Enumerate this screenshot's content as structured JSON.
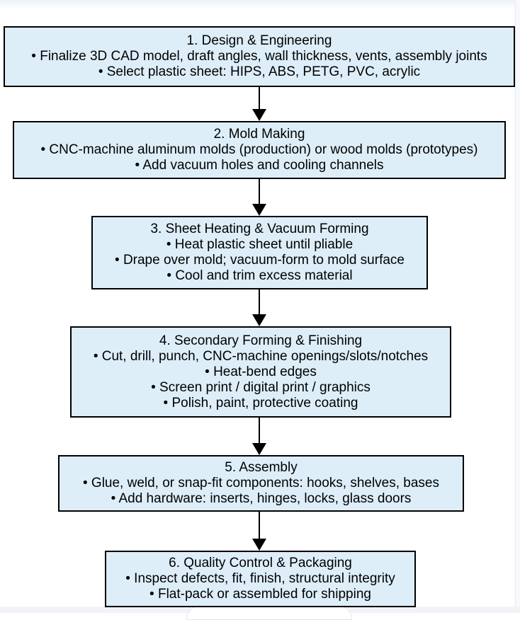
{
  "diagram": {
    "type": "flowchart",
    "direction": "top-down",
    "colors": {
      "node_fill": "#ddeef9",
      "node_border": "#000000",
      "arrow": "#000000",
      "page_background": "#ffffff",
      "page_band": "#f1f3f6"
    },
    "nodes": [
      {
        "id": 1,
        "title": "1. Design & Engineering",
        "bullets": [
          "• Finalize 3D CAD model, draft angles, wall thickness, vents, assembly joints",
          "• Select plastic sheet: HIPS, ABS, PETG, PVC, acrylic"
        ]
      },
      {
        "id": 2,
        "title": "2. Mold Making",
        "bullets": [
          "• CNC-machine aluminum molds (production) or wood molds (prototypes)",
          "• Add vacuum holes and cooling channels"
        ]
      },
      {
        "id": 3,
        "title": "3. Sheet Heating & Vacuum Forming",
        "bullets": [
          "• Heat plastic sheet until pliable",
          "• Drape over mold; vacuum-form to mold surface",
          "• Cool and trim excess material"
        ]
      },
      {
        "id": 4,
        "title": "4. Secondary Forming & Finishing",
        "bullets": [
          "• Cut, drill, punch, CNC-machine openings/slots/notches",
          "• Heat-bend edges",
          "• Screen print / digital print / graphics",
          "• Polish, paint, protective coating"
        ]
      },
      {
        "id": 5,
        "title": "5. Assembly",
        "bullets": [
          "• Glue, weld, or snap-fit components: hooks, shelves, bases",
          "• Add hardware: inserts, hinges, locks, glass doors"
        ]
      },
      {
        "id": 6,
        "title": "6. Quality Control & Packaging",
        "bullets": [
          "• Inspect defects, fit, finish, structural integrity",
          "• Flat-pack or assembled for shipping"
        ]
      }
    ],
    "edges": [
      {
        "from": 1,
        "to": 2
      },
      {
        "from": 2,
        "to": 3
      },
      {
        "from": 3,
        "to": 4
      },
      {
        "from": 4,
        "to": 5
      },
      {
        "from": 5,
        "to": 6
      }
    ]
  }
}
